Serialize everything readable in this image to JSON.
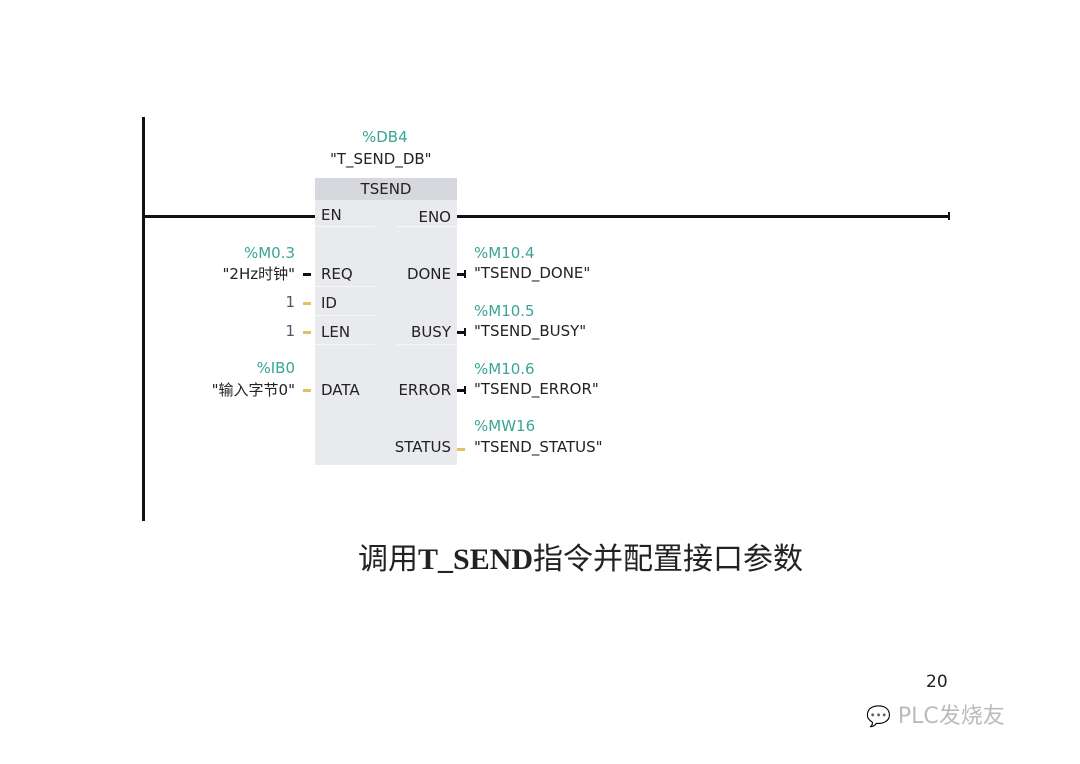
{
  "block": {
    "instance_address": "%DB4",
    "instance_name": "\"T_SEND_DB\"",
    "type": "TSEND",
    "en": "EN",
    "eno": "ENO",
    "inputs": [
      {
        "pin": "REQ",
        "address": "%M0.3",
        "operand": "\"2Hz时钟\""
      },
      {
        "pin": "ID",
        "operand": "1"
      },
      {
        "pin": "LEN",
        "operand": "1"
      },
      {
        "pin": "DATA",
        "address": "%IB0",
        "operand": "\"输入字节0\""
      }
    ],
    "outputs": [
      {
        "pin": "DONE",
        "address": "%M10.4",
        "operand": "\"TSEND_DONE\""
      },
      {
        "pin": "BUSY",
        "address": "%M10.5",
        "operand": "\"TSEND_BUSY\""
      },
      {
        "pin": "ERROR",
        "address": "%M10.6",
        "operand": "\"TSEND_ERROR\""
      },
      {
        "pin": "STATUS",
        "address": "%MW16",
        "operand": "\"TSEND_STATUS\""
      }
    ]
  },
  "caption": {
    "pre": "调用",
    "bold": "T_SEND",
    "post": "指令并配置接口参数"
  },
  "page_number": "20",
  "watermark": "PLC发烧友",
  "colors": {
    "address": "#3aa595",
    "stub": "#e3c15c"
  }
}
